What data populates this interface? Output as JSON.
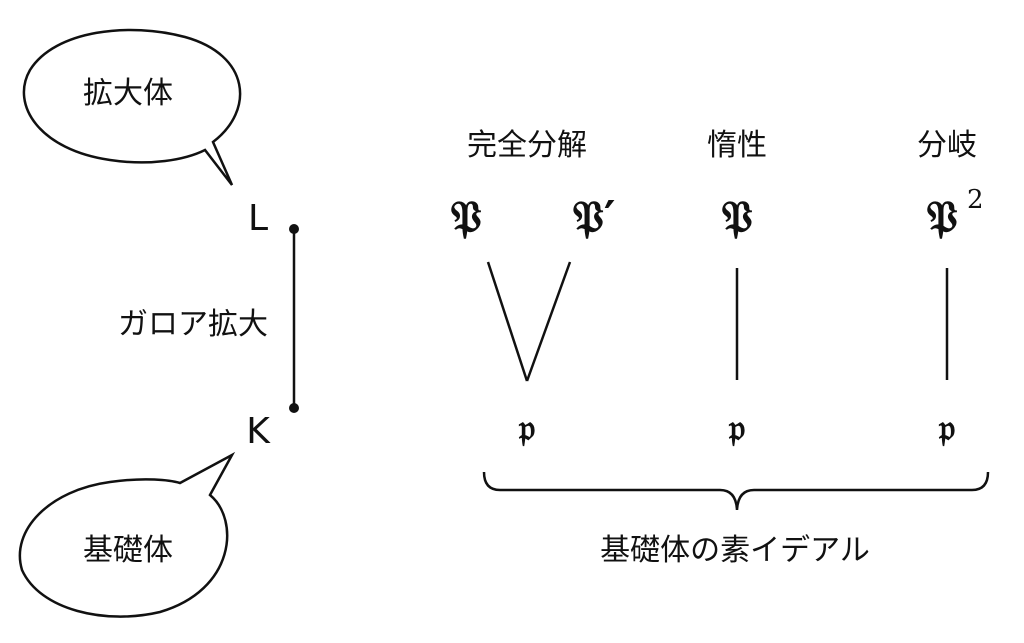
{
  "bubbles": {
    "top": "拡大体",
    "bottom": "基礎体"
  },
  "fields": {
    "upper": "L",
    "lower": "K"
  },
  "extension_label": "ガロア拡大",
  "cases": [
    {
      "heading": "完全分解",
      "primes_above": [
        "𝔓",
        "𝔓′"
      ],
      "prime_below": "𝔭"
    },
    {
      "heading": "惰性",
      "primes_above": [
        "𝔓"
      ],
      "prime_below": "𝔭"
    },
    {
      "heading": "分岐",
      "primes_above": [
        "𝔓"
      ],
      "exponent": "2",
      "prime_below": "𝔭"
    }
  ],
  "brace_label": "基礎体の素イデアル"
}
